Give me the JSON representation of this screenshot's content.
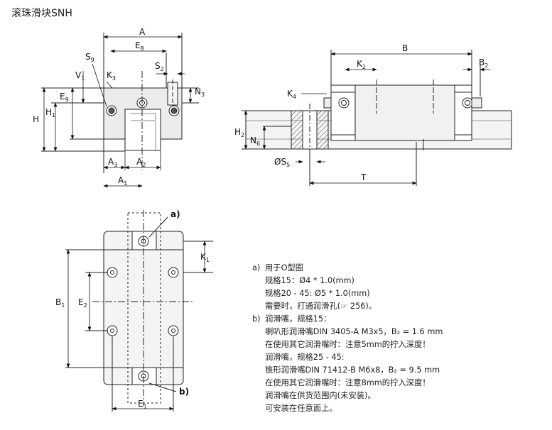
{
  "title": "滚珠滑块SNH",
  "dims": {
    "A": "A",
    "E8": "E",
    "E8s": "8",
    "S9": "S",
    "S9s": "9",
    "V1": "V",
    "V1s": "1",
    "K3": "K",
    "K3s": "3",
    "S2": "S",
    "S2s": "2",
    "N3": "N",
    "N3s": "3",
    "E9": "E",
    "E9s": "9",
    "H": "H",
    "H1": "H",
    "H1s": "1",
    "A3": "A",
    "A3s": "3",
    "A2": "A",
    "A2s": "2",
    "A1": "A",
    "A1s": "1",
    "B": "B",
    "K2": "K",
    "K2s": "2",
    "B2": "B",
    "B2s": "2",
    "K4": "K",
    "K4s": "4",
    "H2": "H",
    "H2s": "2",
    "N6": "N",
    "N6s": "6",
    "S5": "ØS",
    "S5s": "5",
    "T": "T",
    "a": "a)",
    "b": "b)",
    "K1": "K",
    "K1s": "1",
    "B1": "B",
    "B1s": "1",
    "E2": "E",
    "E2s": "2",
    "E1": "E",
    "E1s": "1"
  },
  "notes": {
    "a_label": "a)",
    "a_line1": "用于O型圈",
    "a_line2": "规格15：Ø4 * 1.0(mm)",
    "a_line3": "规格20 - 45: Ø5 * 1.0(mm)",
    "a_line4": "需要时，打通润滑孔(☞ 256)。",
    "b_label": "b)",
    "b_line1": "润滑嘴，规格15：",
    "b_line2": "喇叭形润滑嘴DIN 3405-A M3x5，B₂ = 1.6 mm",
    "b_line3": "在使用其它润滑嘴时：注意5mm的拧入深度！",
    "b_line4": "润滑嘴，规格25 - 45:",
    "b_line5": "锥形润滑嘴DIN 71412-B M6x8，B₂ = 9.5 mm",
    "b_line6": "在使用其它润滑嘴时：注意8mm的拧入深度！",
    "b_line7": "润滑嘴在供货范围内(未安装)。",
    "b_line8": "可安装在任意面上。"
  }
}
